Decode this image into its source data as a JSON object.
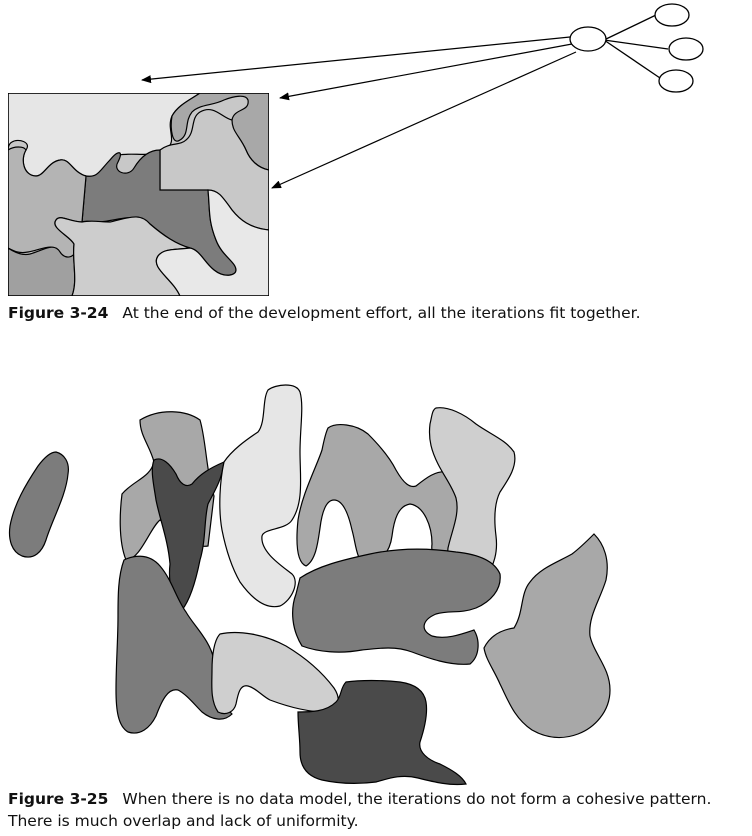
{
  "figure_24": {
    "label": "Figure 3-24",
    "caption": "At the end of the development effort, all the iterations fit together."
  },
  "figure_25": {
    "label": "Figure 3-25",
    "caption_line1": "When there is no data model, the iterations do not form a cohesive pattern.",
    "caption_line2": "There is much overlap and lack of uniformity."
  },
  "colors": {
    "outline": "#000000",
    "light": "#e6e6e6",
    "mid_light": "#c8c8c8",
    "mid": "#a8a8a8",
    "mid_dark": "#7c7c7c",
    "dark": "#4a4a4a"
  }
}
